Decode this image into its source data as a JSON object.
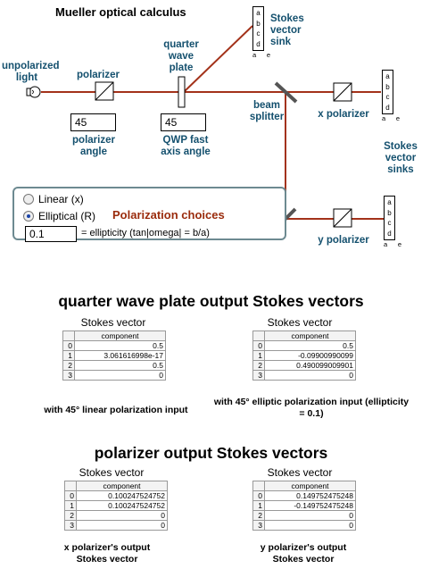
{
  "title": "Mueller optical calculus",
  "labels": {
    "unpolarized": "unpolarized light",
    "polarizer": "polarizer",
    "qwp": "quarter wave plate",
    "stokes_sink": "Stokes vector sink",
    "beam_splitter": "beam splitter",
    "x_polarizer": "x polarizer",
    "stokes_sinks": "Stokes vector sinks",
    "mirror": "mirror",
    "y_polarizer": "y polarizer",
    "polarizer_angle": "polarizer angle",
    "qwp_angle": "QWP fast axis angle"
  },
  "inputs": {
    "polarizer_angle": "45",
    "qwp_angle": "45",
    "ellipticity": "0.1"
  },
  "sink_components": [
    "a",
    "b",
    "c",
    "d"
  ],
  "sink_footer": [
    "a",
    "e"
  ],
  "panel": {
    "linear_label": "Linear (x)",
    "elliptical_label": "Elliptical (R)",
    "choices_title": "Polarization choices",
    "ellipticity_label": "= ellipticity (tan|omega| = b/a)"
  },
  "sections": {
    "qwp_output": "quarter wave plate output Stokes vectors",
    "polarizer_output": "polarizer output Stokes vectors"
  },
  "tables": {
    "title": "Stokes vector",
    "col_header": "component",
    "qwp_linear": {
      "rows": [
        [
          "0",
          "0.5"
        ],
        [
          "1",
          "3.061616998e-17"
        ],
        [
          "2",
          "0.5"
        ],
        [
          "3",
          "0"
        ]
      ],
      "caption": "with 45° linear polarization input"
    },
    "qwp_elliptic": {
      "rows": [
        [
          "0",
          "0.5"
        ],
        [
          "1",
          "-0.09900990099"
        ],
        [
          "2",
          "0.490099009901"
        ],
        [
          "3",
          "0"
        ]
      ],
      "caption": "with 45° elliptic polarization input (ellipticity = 0.1)"
    },
    "x_polarizer": {
      "rows": [
        [
          "0",
          "0.100247524752"
        ],
        [
          "1",
          "0.100247524752"
        ],
        [
          "2",
          "0"
        ],
        [
          "3",
          "0"
        ]
      ],
      "caption": "x polarizer's output Stokes vector"
    },
    "y_polarizer": {
      "rows": [
        [
          "0",
          "0.149752475248"
        ],
        [
          "1",
          "-0.149752475248"
        ],
        [
          "2",
          "0"
        ],
        [
          "3",
          "0"
        ]
      ],
      "caption": "y polarizer's output Stokes vector"
    }
  },
  "colors": {
    "beam": "#a3321a",
    "label": "#14506e",
    "choices": "#9a2b0c"
  }
}
